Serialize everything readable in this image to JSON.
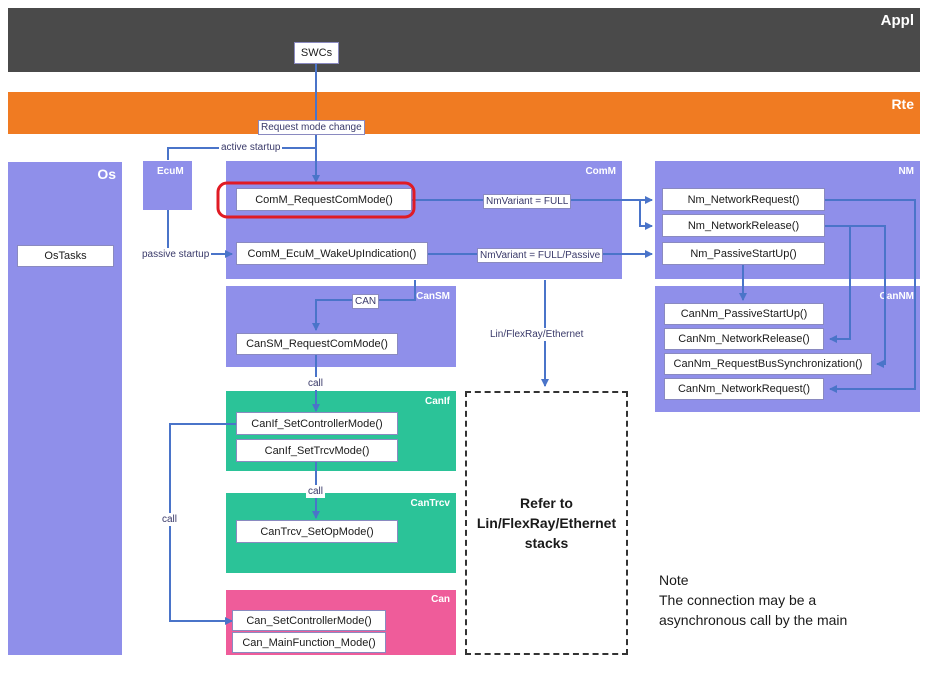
{
  "layers": {
    "appl": "Appl",
    "rte": "Rte",
    "os": "Os"
  },
  "modules": {
    "ecum": "EcuM",
    "comm": "ComM",
    "nm": "NM",
    "cannm": "CanNM",
    "cansm": "CanSM",
    "canif": "CanIf",
    "cantrcv": "CanTrcv",
    "can": "Can"
  },
  "boxes": {
    "swcs": "SWCs",
    "ostasks": "OsTasks",
    "comm_request": "ComM_RequestComMode()",
    "comm_wakeup": "ComM_EcuM_WakeUpIndication()",
    "nm_request": "Nm_NetworkRequest()",
    "nm_release": "Nm_NetworkRelease()",
    "nm_passive": "Nm_PassiveStartUp()",
    "cannm_passive": "CanNm_PassiveStartUp()",
    "cannm_release": "CanNm_NetworkRelease()",
    "cannm_bussync": "CanNm_RequestBusSynchronization()",
    "cannm_request": "CanNm_NetworkRequest()",
    "cansm_request": "CanSM_RequestComMode()",
    "canif_ctrl": "CanIf_SetControllerMode()",
    "canif_trcv": "CanIf_SetTrcvMode()",
    "cantrcv_op": "CanTrcv_SetOpMode()",
    "can_ctrl": "Can_SetControllerMode()",
    "can_main": "Can_MainFunction_Mode()"
  },
  "labels": {
    "request_mode_change": "Request mode change",
    "active_startup": "active startup",
    "passive_startup": "passive startup",
    "nmvariant_full": "NmVariant = FULL",
    "nmvariant_full_passive": "NmVariant = FULL/Passive",
    "can": "CAN",
    "lin_flexray_eth": "Lin/FlexRay/Ethernet",
    "call1": "call",
    "call2": "call",
    "call3": "call"
  },
  "refer": {
    "line1": "Refer to",
    "line2": "Lin/FlexRay/Ethernet",
    "line3": "stacks"
  },
  "note": {
    "title": "Note",
    "line1": "The connection may be a",
    "line2": "asynchronous call by the main"
  },
  "colors": {
    "appl": "#4a4a4a",
    "rte": "#f07b22",
    "module": "#8f8fea",
    "green": "#2bc398",
    "pink": "#ef5c9a",
    "arrow": "#4a74c9",
    "highlight": "#e01b24"
  }
}
